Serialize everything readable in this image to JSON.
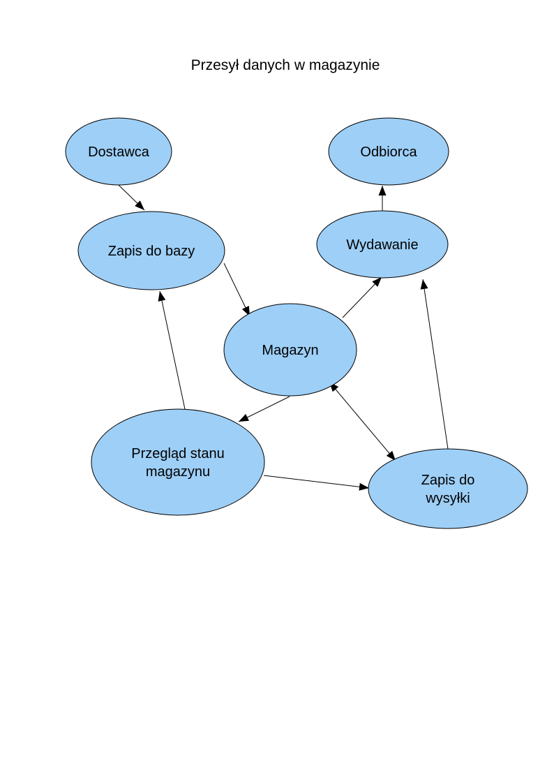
{
  "title": "Przesył danych w magazynie",
  "colors": {
    "node_fill": "#9ecff7",
    "node_stroke": "#000000",
    "edge": "#000000"
  },
  "nodes": [
    {
      "id": "dostawca",
      "lines": [
        "Dostawca"
      ]
    },
    {
      "id": "odbiorca",
      "lines": [
        "Odbiorca"
      ]
    },
    {
      "id": "zapis-do-bazy",
      "lines": [
        "Zapis do bazy"
      ]
    },
    {
      "id": "wydawanie",
      "lines": [
        "Wydawanie"
      ]
    },
    {
      "id": "magazyn",
      "lines": [
        "Magazyn"
      ]
    },
    {
      "id": "przeglad-stanu-magazynu",
      "lines": [
        "Przegląd stanu",
        "magazynu"
      ]
    },
    {
      "id": "zapis-do-wysylki",
      "lines": [
        "Zapis do",
        "wysyłki"
      ]
    }
  ],
  "edges": [
    {
      "from": "dostawca",
      "to": "zapis-do-bazy",
      "direction": "forward"
    },
    {
      "from": "zapis-do-bazy",
      "to": "magazyn",
      "direction": "forward"
    },
    {
      "from": "magazyn",
      "to": "wydawanie",
      "direction": "forward"
    },
    {
      "from": "wydawanie",
      "to": "odbiorca",
      "direction": "forward"
    },
    {
      "from": "magazyn",
      "to": "przeglad-stanu-magazynu",
      "direction": "forward"
    },
    {
      "from": "przeglad-stanu-magazynu",
      "to": "zapis-do-bazy",
      "direction": "forward"
    },
    {
      "from": "magazyn",
      "to": "zapis-do-wysylki",
      "direction": "both"
    },
    {
      "from": "przeglad-stanu-magazynu",
      "to": "zapis-do-wysylki",
      "direction": "forward"
    },
    {
      "from": "zapis-do-wysylki",
      "to": "wydawanie",
      "direction": "forward"
    }
  ]
}
